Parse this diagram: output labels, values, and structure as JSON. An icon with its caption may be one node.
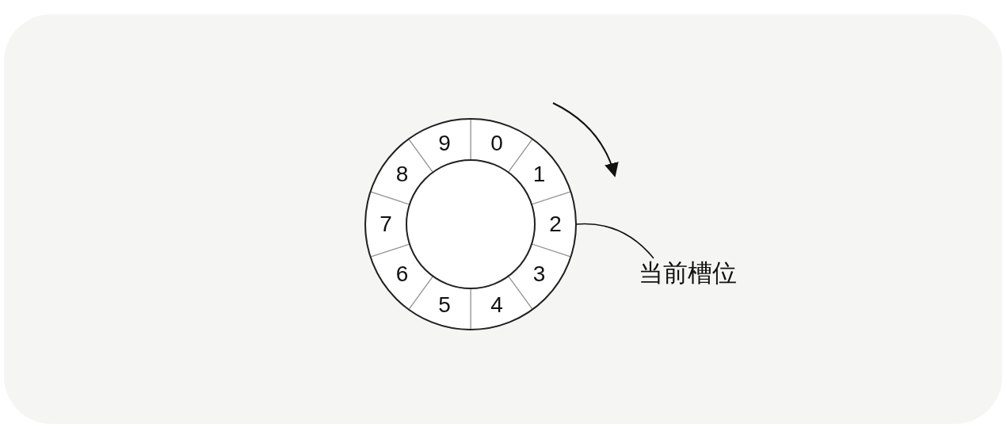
{
  "diagram": {
    "nodes": [
      {
        "text": [
          "0"
        ]
      },
      {
        "text": [
          "1"
        ]
      },
      {
        "text": [
          "2"
        ]
      },
      {
        "text": [
          "3"
        ]
      },
      {
        "text": [
          "4"
        ]
      },
      {
        "text": [
          "5"
        ]
      },
      {
        "text": [
          "6"
        ]
      },
      {
        "text": [
          "7"
        ]
      },
      {
        "text": [
          "8"
        ]
      },
      {
        "text": [
          "9"
        ]
      },
      {
        "text": [
          "当前槽位"
        ]
      }
    ],
    "edges": [
      {
        "from": 10,
        "to": 2,
        "arrow": "none"
      }
    ]
  }
}
